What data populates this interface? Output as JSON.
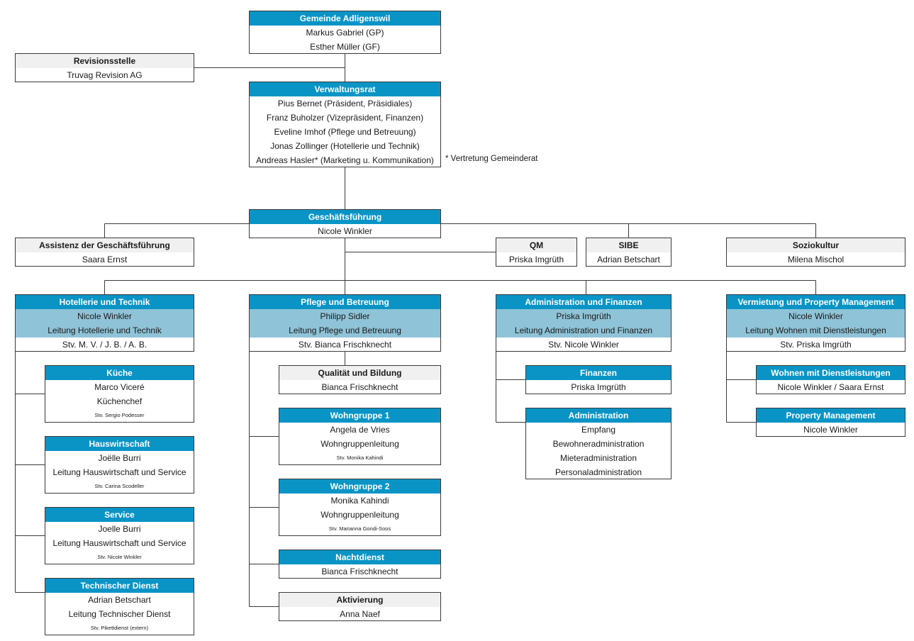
{
  "colors": {
    "header_blue": "#0a94c6",
    "lead_band": "#8fc3d7",
    "gray_header": "#f0f0f0",
    "line": "#3a3a3a"
  },
  "footnote": "* Vertretung Gemeinderat",
  "boxes": {
    "gemeinde": {
      "title": "Gemeinde Adligenswil",
      "lines": [
        "Markus Gabriel (GP)",
        "Esther Müller (GF)"
      ]
    },
    "revision": {
      "title": "Revisionsstelle",
      "lines": [
        "Truvag Revision AG"
      ]
    },
    "vr": {
      "title": "Verwaltungsrat",
      "lines": [
        "Pius Bernet (Präsident, Präsidiales)",
        "Franz Buholzer (Vizepräsident, Finanzen)",
        "Eveline Imhof (Pflege und Betreuung)",
        "Jonas Zollinger (Hotellerie und Technik)",
        "Andreas Hasler* (Marketing u. Kommunikation)"
      ]
    },
    "gf": {
      "title": "Geschäftsführung",
      "lines": [
        "Nicole Winkler"
      ]
    },
    "assistenz": {
      "title": "Assistenz der Geschäftsführung",
      "lines": [
        "Saara Ernst"
      ]
    },
    "qm": {
      "title": "QM",
      "lines": [
        "Priska Imgrüth"
      ]
    },
    "sibe": {
      "title": "SIBE",
      "lines": [
        "Adrian Betschart"
      ]
    },
    "sozio": {
      "title": "Soziokultur",
      "lines": [
        "Milena Mischol"
      ]
    },
    "hot": {
      "title": "Hotellerie und Technik",
      "lines": [
        "Nicole Winkler",
        "Leitung Hotellerie und Technik",
        "Stv. M. V. / J. B. / A. B."
      ]
    },
    "kueche": {
      "title": "Küche",
      "lines": [
        "Marco Viceré",
        "Küchenchef",
        "Stv. Sergio Podesser"
      ]
    },
    "haus": {
      "title": "Hauswirtschaft",
      "lines": [
        "Joëlle Burri",
        "Leitung Hauswirtschaft und Service",
        "Stv. Carina Scodeller"
      ]
    },
    "service": {
      "title": "Service",
      "lines": [
        "Joelle Burri",
        "Leitung Hauswirtschaft und Service",
        "Stv. Nicole Winkler"
      ]
    },
    "tech": {
      "title": "Technischer Dienst",
      "lines": [
        "Adrian Betschart",
        "Leitung Technischer Dienst",
        "Stv. Pikettdienst (extern)"
      ]
    },
    "pflege": {
      "title": "Pflege und Betreuung",
      "lines": [
        "Philipp Sidler",
        "Leitung Pflege und Betreuung",
        "Stv. Bianca Frischknecht"
      ]
    },
    "quali": {
      "title": "Qualität und Bildung",
      "lines": [
        "Bianca Frischknecht"
      ]
    },
    "wg1": {
      "title": "Wohngruppe 1",
      "lines": [
        "Angela de Vries",
        "Wohngruppenleitung",
        "Stv. Monika Kahindi"
      ]
    },
    "wg2": {
      "title": "Wohngruppe 2",
      "lines": [
        "Monika Kahindi",
        "Wohngruppenleitung",
        "Stv. Marianna Gondi-Soos"
      ]
    },
    "nacht": {
      "title": "Nachtdienst",
      "lines": [
        "Bianca Frischknecht"
      ]
    },
    "aktiv": {
      "title": "Aktivierung",
      "lines": [
        "Anna Naef"
      ]
    },
    "admin": {
      "title": "Administration und Finanzen",
      "lines": [
        "Priska Imgrüth",
        "Leitung Administration und Finanzen",
        "Stv. Nicole Winkler"
      ]
    },
    "fin": {
      "title": "Finanzen",
      "lines": [
        "Priska Imgrüth"
      ]
    },
    "adm2": {
      "title": "Administration",
      "lines": [
        "Empfang",
        "Bewohneradministration",
        "Mieteradministration",
        "Personaladministration"
      ]
    },
    "verm": {
      "title": "Vermietung und Property Management",
      "lines": [
        "Nicole Winkler",
        "Leitung Wohnen mit Dienstleistungen",
        "Stv. Priska Imgrüth"
      ]
    },
    "wohnen": {
      "title": "Wohnen mit Dienstleistungen",
      "lines": [
        "Nicole Winkler / Saara Ernst"
      ]
    },
    "prop": {
      "title": "Property Management",
      "lines": [
        "Nicole Winkler"
      ]
    }
  }
}
